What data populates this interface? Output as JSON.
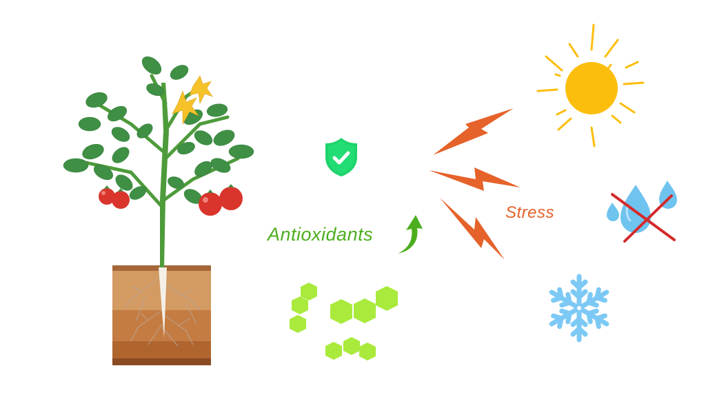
{
  "labels": {
    "antioxidants": "Antioxidants",
    "stress": "Stress"
  },
  "colors": {
    "antioxidants_text": "#4cae1e",
    "stress_text": "#e5622a",
    "lightning": "#e5622a",
    "sun": "#fcbe0d",
    "shield": "#1fd36c",
    "hexagons": "#a9ea3c",
    "water": "#6fc3ef",
    "cross": "#d42a2a",
    "snowflake": "#7cc9f5",
    "leaf": "#3c9a48",
    "tomato": "#d9352c",
    "soil": "#c9874f"
  },
  "elements": {
    "plant": "tomato-plant-with-roots-in-soil",
    "shield": "shield-check",
    "arrow": "up-arrow",
    "sun": "sun",
    "drought": "water-drops-crossed",
    "cold": "snowflake",
    "stress_bolts": 3,
    "hexagon_clusters": 3
  }
}
